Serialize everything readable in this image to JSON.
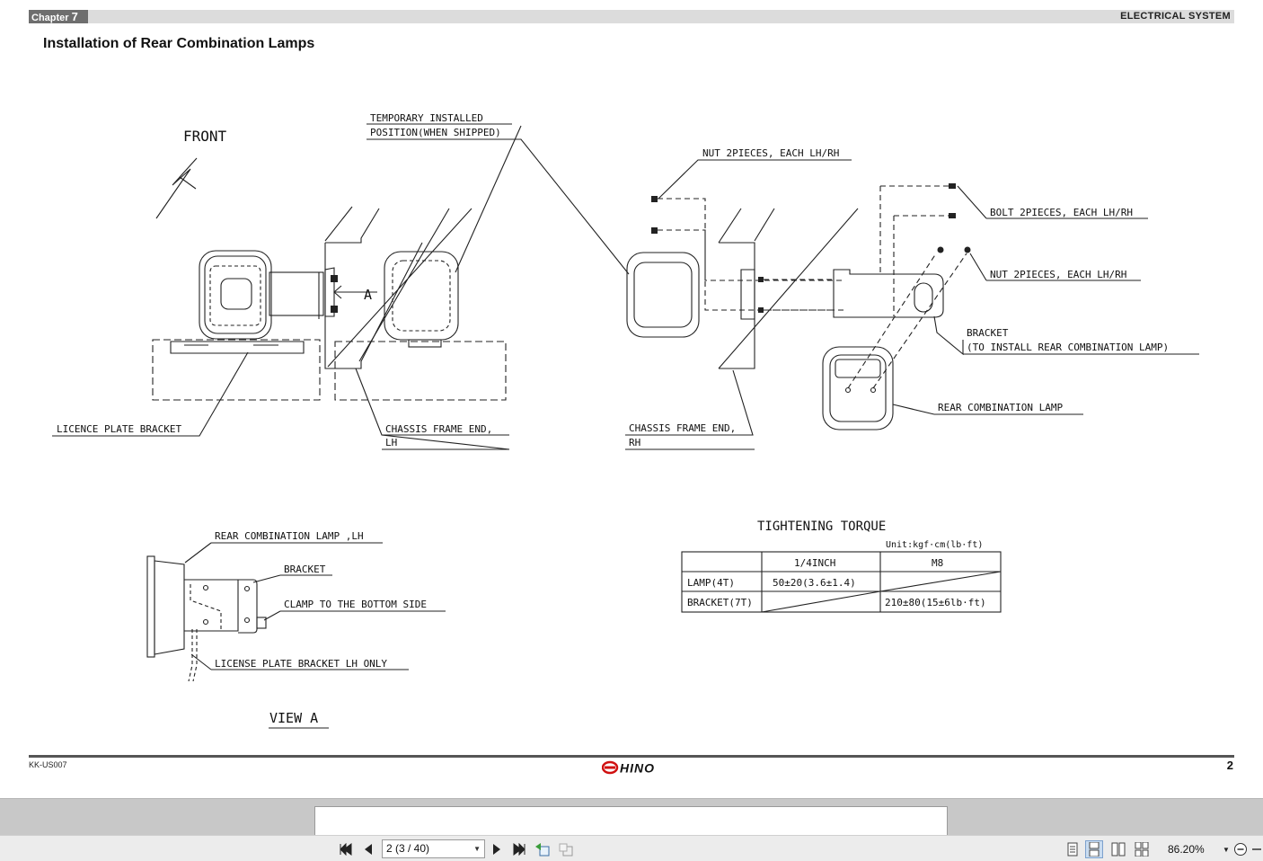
{
  "header": {
    "chapter_label": "Chapter",
    "chapter_number": "7",
    "section": "ELECTRICAL SYSTEM",
    "title": "Installation of Rear Combination Lamps"
  },
  "diagram": {
    "front": "FRONT",
    "temp_line1": "TEMPORARY INSTALLED",
    "temp_line2": "POSITION(WHEN SHIPPED)",
    "nut_top": "NUT 2PIECES, EACH LH/RH",
    "bolt": "BOLT 2PIECES, EACH LH/RH",
    "nut_right": "NUT 2PIECES, EACH LH/RH",
    "bracket_line1": "BRACKET",
    "bracket_line2": "(TO INSTALL REAR COMBINATION LAMP)",
    "rear_lamp": "REAR COMBINATION LAMP",
    "licence": "LICENCE PLATE BRACKET",
    "chassis_lh_1": "CHASSIS FRAME END,",
    "chassis_lh_2": "LH",
    "chassis_rh_1": "CHASSIS FRAME END,",
    "chassis_rh_2": "RH",
    "arrow_a": "A",
    "viewa_lamp": "REAR COMBINATION LAMP ,LH",
    "viewa_bracket": "BRACKET",
    "viewa_clamp": "CLAMP TO THE BOTTOM SIDE",
    "viewa_license": "LICENSE PLATE BRACKET LH ONLY",
    "viewa_title": "VIEW A"
  },
  "torque": {
    "title": "TIGHTENING TORQUE",
    "unit": "Unit:kgf·cm(lb·ft)",
    "col1": "1/4INCH",
    "col2": "M8",
    "row1_label": "LAMP(4T)",
    "row1_val": "50±20(3.6±1.4)",
    "row2_label": "BRACKET(7T)",
    "row2_val": "210±80(15±6lb·ft)"
  },
  "footer": {
    "doc_code": "KK-US007",
    "logo_text": "HINO",
    "page_number": "2"
  },
  "viewer": {
    "page_select_value": "2 (3 / 40)",
    "zoom": "86.20%"
  }
}
